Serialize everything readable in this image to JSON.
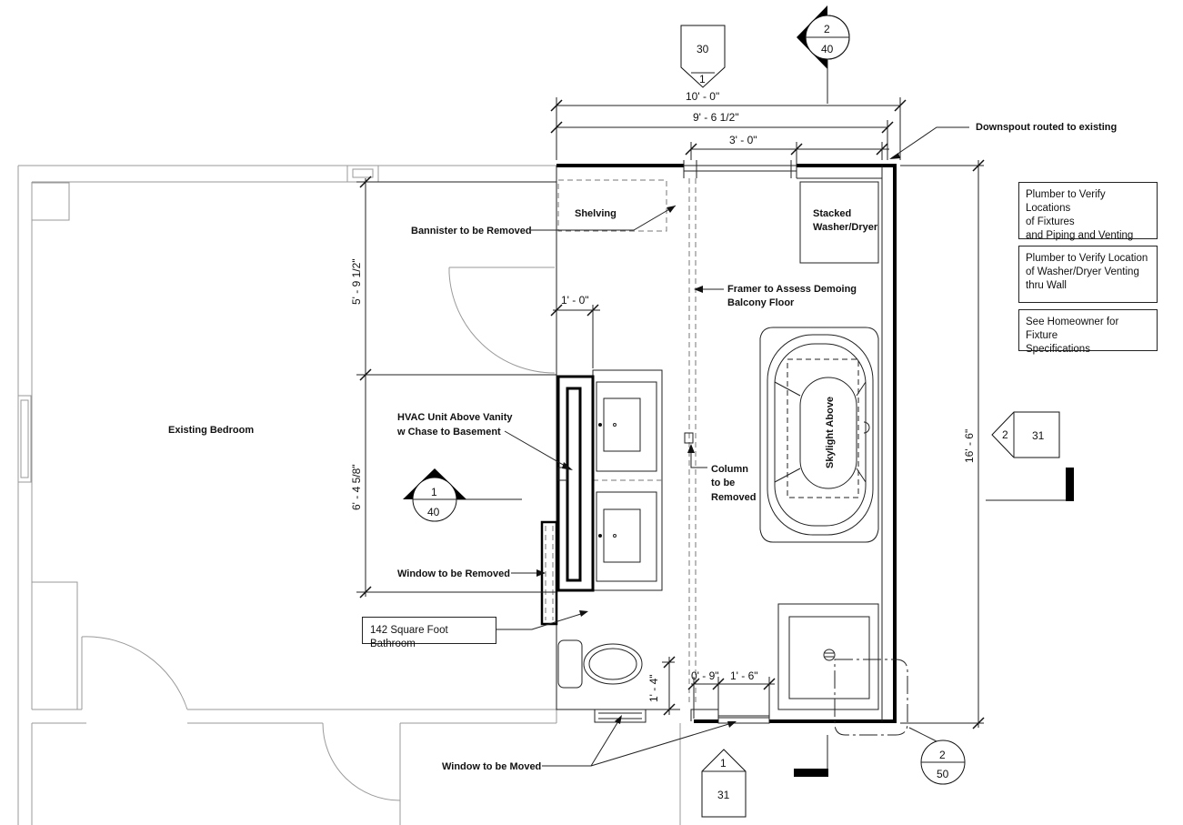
{
  "notes": [
    {
      "lines": [
        "Plumber to Verify Locations",
        "of Fixtures",
        "and Piping and Venting"
      ]
    },
    {
      "lines": [
        "Plumber to Verify Location",
        "of Washer/Dryer Venting",
        "thru Wall"
      ]
    },
    {
      "lines": [
        "See Homeowner for Fixture",
        "Specifications"
      ]
    }
  ],
  "labels": {
    "existing_bedroom": "Existing Bedroom",
    "shelving": "Shelving",
    "stacked": "Stacked",
    "washer_dryer": "Washer/Dryer",
    "bannister": "Bannister to be Removed",
    "framer_1": "Framer to Assess Demoing",
    "framer_2": "Balcony Floor",
    "hvac_1": "HVAC Unit Above Vanity",
    "hvac_2": "w Chase to Basement",
    "column_1": "Column",
    "column_2": "to be",
    "column_3": "Removed",
    "window_removed": "Window to be Removed",
    "square_foot": "142 Square Foot Bathroom",
    "window_moved": "Window to be Moved",
    "downspout": "Downspout routed to existing",
    "skylight": "Skylight Above"
  },
  "dimensions": {
    "d_10_0": "10' - 0\"",
    "d_9_6": "9' - 6 1/2\"",
    "d_3_0": "3' - 0\"",
    "d_1_0": "1' - 0\"",
    "d_5_9": "5' - 9 1/2\"",
    "d_6_4": "6' - 4 5/8\"",
    "d_16_6": "16' - 6\"",
    "d_0_9": "0' - 9\"",
    "d_1_6": "1' - 6\"",
    "d_1_4": "1' - 4\""
  },
  "tags": {
    "top_elev": {
      "num": "30",
      "sheet": "1"
    },
    "top_section": {
      "num": "2",
      "sheet": "40"
    },
    "right_elev": {
      "num": "2",
      "sheet": "31"
    },
    "left_section": {
      "num": "1",
      "sheet": "40"
    },
    "bottom_elev": {
      "num": "1",
      "sheet": "31"
    },
    "bottom_section": {
      "num": "2",
      "sheet": "50"
    }
  }
}
